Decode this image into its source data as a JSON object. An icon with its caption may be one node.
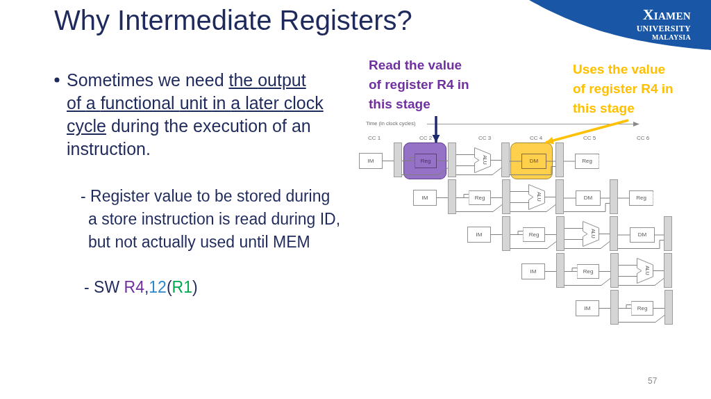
{
  "diagram": {
    "title": "Why Intermediate Registers?",
    "nodes": [
      {
        "text": [
          "Read the value of register R4 in this stage"
        ]
      },
      {
        "text": [
          "Uses the value of register R4 in this stage"
        ]
      },
      {
        "text": [
          "IM"
        ]
      },
      {
        "text": [],
        "shape": "bar"
      },
      {
        "text": [],
        "shape": "box"
      },
      {
        "text": [
          "Reg"
        ],
        "in": 4
      },
      {
        "text": [],
        "shape": "bar"
      },
      {
        "text": [
          "ALU"
        ]
      },
      {
        "text": [],
        "shape": "bar"
      },
      {
        "text": [],
        "shape": "box"
      },
      {
        "text": [
          "DM"
        ],
        "in": 9
      },
      {
        "text": [],
        "shape": "bar"
      },
      {
        "text": [
          "Reg"
        ]
      },
      {
        "text": [
          "IM"
        ]
      },
      {
        "text": [],
        "shape": "bar"
      },
      {
        "text": [
          "Reg"
        ]
      },
      {
        "text": [],
        "shape": "bar"
      },
      {
        "text": [
          "ALU"
        ]
      },
      {
        "text": [],
        "shape": "bar"
      },
      {
        "text": [
          "DM"
        ]
      },
      {
        "text": [],
        "shape": "bar"
      },
      {
        "text": [
          "Reg"
        ]
      },
      {
        "text": [
          "IM"
        ]
      },
      {
        "text": [],
        "shape": "bar"
      },
      {
        "text": [
          "Reg"
        ]
      },
      {
        "text": [],
        "shape": "bar"
      },
      {
        "text": [
          "ALU"
        ]
      },
      {
        "text": [],
        "shape": "bar"
      },
      {
        "text": [
          "DM"
        ]
      },
      {
        "text": [],
        "shape": "bar"
      },
      {
        "text": [
          "IM"
        ]
      },
      {
        "text": [],
        "shape": "bar"
      },
      {
        "text": [
          "Reg"
        ]
      },
      {
        "text": [],
        "shape": "bar"
      },
      {
        "text": [
          "ALU"
        ]
      },
      {
        "text": [],
        "shape": "bar"
      },
      {
        "text": [
          "IM"
        ]
      },
      {
        "text": [],
        "shape": "bar"
      },
      {
        "text": [
          "Reg"
        ]
      },
      {
        "text": [],
        "shape": "bar"
      }
    ],
    "edges": [
      {
        "from": 0,
        "to": 4,
        "arrow": "to",
        "style": "thick",
        "color": "#1f2a6e"
      },
      {
        "from": 1,
        "to": 9,
        "arrow": "to",
        "style": "thick",
        "color": "#ffc000"
      },
      {
        "from": 2,
        "to": 3,
        "arrow": "none"
      },
      {
        "from": 3,
        "to": 5,
        "arrow": "none"
      },
      {
        "from": 5,
        "to": 6,
        "arrow": "none"
      },
      {
        "from": 3,
        "to": 6,
        "arrow": "none"
      },
      {
        "from": 6,
        "to": 7,
        "arrow": "none"
      },
      {
        "from": 7,
        "to": 8,
        "arrow": "none"
      },
      {
        "from": 6,
        "to": 8,
        "arrow": "none"
      },
      {
        "from": 8,
        "to": 10,
        "arrow": "none"
      },
      {
        "from": 10,
        "to": 11,
        "arrow": "none"
      },
      {
        "from": 8,
        "to": 11,
        "arrow": "none"
      },
      {
        "from": 11,
        "to": 12,
        "arrow": "none"
      },
      {
        "from": 13,
        "to": 14,
        "arrow": "none"
      },
      {
        "from": 14,
        "to": 15,
        "arrow": "none"
      },
      {
        "from": 15,
        "to": 16,
        "arrow": "none"
      },
      {
        "from": 14,
        "to": 16,
        "arrow": "none"
      },
      {
        "from": 16,
        "to": 17,
        "arrow": "none"
      },
      {
        "from": 17,
        "to": 18,
        "arrow": "none"
      },
      {
        "from": 16,
        "to": 18,
        "arrow": "none"
      },
      {
        "from": 18,
        "to": 19,
        "arrow": "none"
      },
      {
        "from": 19,
        "to": 20,
        "arrow": "none"
      },
      {
        "from": 18,
        "to": 20,
        "arrow": "none"
      },
      {
        "from": 20,
        "to": 21,
        "arrow": "none"
      },
      {
        "from": 22,
        "to": 23,
        "arrow": "none"
      },
      {
        "from": 23,
        "to": 24,
        "arrow": "none"
      },
      {
        "from": 24,
        "to": 25,
        "arrow": "none"
      },
      {
        "from": 23,
        "to": 25,
        "arrow": "none"
      },
      {
        "from": 25,
        "to": 26,
        "arrow": "none"
      },
      {
        "from": 26,
        "to": 27,
        "arrow": "none"
      },
      {
        "from": 25,
        "to": 27,
        "arrow": "none"
      },
      {
        "from": 27,
        "to": 28,
        "arrow": "none"
      },
      {
        "from": 28,
        "to": 29,
        "arrow": "none"
      },
      {
        "from": 27,
        "to": 29,
        "arrow": "none"
      },
      {
        "from": 30,
        "to": 31,
        "arrow": "none"
      },
      {
        "from": 31,
        "to": 32,
        "arrow": "none"
      },
      {
        "from": 32,
        "to": 33,
        "arrow": "none"
      },
      {
        "from": 31,
        "to": 33,
        "arrow": "none"
      },
      {
        "from": 33,
        "to": 34,
        "arrow": "none"
      },
      {
        "from": 34,
        "to": 35,
        "arrow": "none"
      },
      {
        "from": 33,
        "to": 35,
        "arrow": "none"
      },
      {
        "from": 36,
        "to": 37,
        "arrow": "none"
      },
      {
        "from": 37,
        "to": 38,
        "arrow": "none"
      },
      {
        "from": 38,
        "to": 39,
        "arrow": "none"
      },
      {
        "from": 37,
        "to": 39,
        "arrow": "none"
      }
    ],
    "labels": [
      "XIAMEN UNIVERSITY MALAYSIA",
      "Sometimes we need the output of a functional unit in a later clock cycle during the execution of an instruction.",
      "- Register value to be stored during a store instruction is read during ID, but not actually used until MEM",
      "- SW R4,12(R1)",
      "Time (in clock cycles)",
      "CC 1",
      "CC 2",
      "CC 3",
      "CC 4",
      "CC 5",
      "CC 6",
      "57"
    ]
  }
}
